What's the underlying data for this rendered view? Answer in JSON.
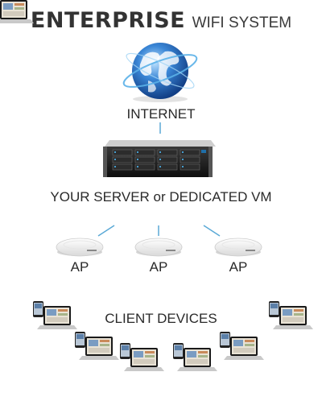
{
  "header": {
    "title_bold": "ENTERPRISE",
    "title_light": "WIFI SYSTEM"
  },
  "internet": {
    "label": "INTERNET",
    "icon": "globe-icon"
  },
  "server": {
    "label": "YOUR SERVER or DEDICATED VM",
    "icon": "rack-server-icon"
  },
  "access_points": [
    {
      "label": "AP"
    },
    {
      "label": "AP"
    },
    {
      "label": "AP"
    }
  ],
  "clients": {
    "label": "CLIENT DEVICES",
    "icon": "laptop-tablet-icon"
  },
  "colors": {
    "text": "#333333",
    "connector": "#5aa9d6",
    "globe": "#2a6bbf",
    "server": "#1b1b1b"
  }
}
